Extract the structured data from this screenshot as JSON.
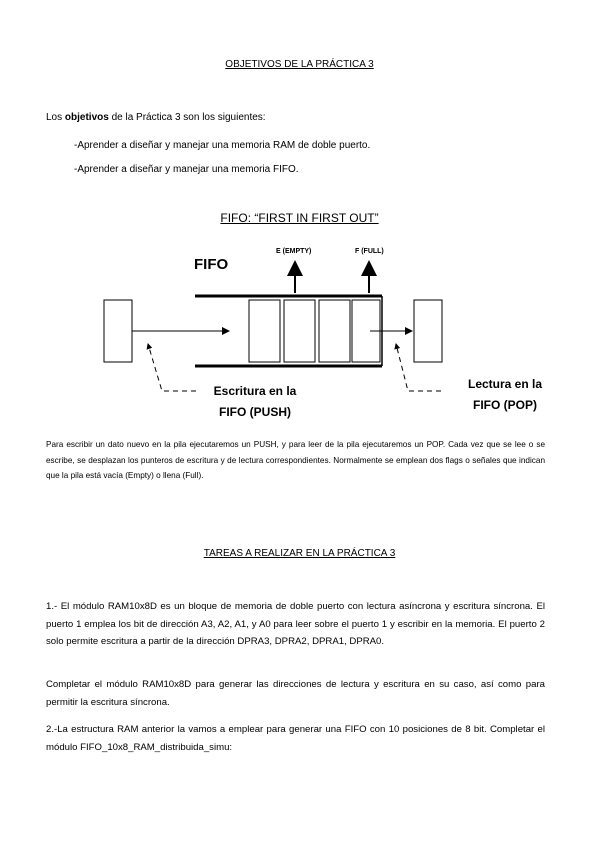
{
  "heading_objectives": "OBJETIVOS DE LA PRÁCTICA 3",
  "intro": {
    "prefix": "Los ",
    "bold": "objetivos",
    "suffix": " de la Práctica 3 son los siguientes:"
  },
  "objectives": [
    "-Aprender a diseñar y manejar una memoria RAM de doble puerto.",
    "-Aprender a diseñar y manejar una memoria FIFO."
  ],
  "fifo_heading": "FIFO: “FIRST IN FIRST OUT”",
  "diagram": {
    "title": "FIFO",
    "flag_empty": "E (EMPTY)",
    "flag_full": "F (FULL)",
    "label_push_line1": "Escritura en la",
    "label_push_line2": "FIFO (PUSH)",
    "label_pop_line1": "Lectura en la",
    "label_pop_line2": "FIFO (POP)"
  },
  "fifo_description": "Para escribir un dato nuevo en la pila ejecutaremos un PUSH, y para leer de la pila ejecutaremos un POP. Cada vez que se lee o se escribe, se desplazan los punteros de escritura y de lectura correspondientes. Normalmente se emplean dos flags o señales que indican que la pila está vacía (Empty) o llena (Full).",
  "heading_tasks": "TAREAS A REALIZAR EN LA PRÁCTICA 3",
  "tasks": [
    "1.- El módulo RAM10x8D es un bloque de memoria de doble puerto con lectura asíncrona y escritura síncrona. El puerto 1 emplea los bit de dirección A3, A2, A1, y A0 para leer sobre el puerto 1 y escribir en la memoria. El puerto 2 solo permite escritura a partir de la dirección DPRA3, DPRA2, DPRA1, DPRA0.",
    "Completar el módulo RAM10x8D para generar las direcciones de lectura y escritura en su caso, así como para permitir la escritura síncrona.",
    "2.-La estructura RAM anterior la vamos a emplear para generar una FIFO con 10 posiciones de 8 bit. Completar el módulo FIFO_10x8_RAM_distribuida_simu:"
  ]
}
